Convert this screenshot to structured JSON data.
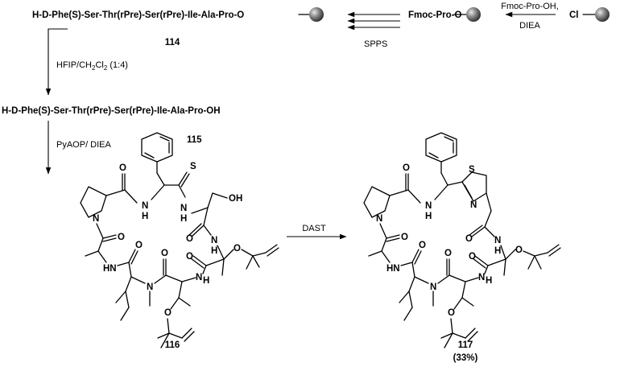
{
  "top_row": {
    "resin_peptide": "H-D-Phe(S)-Ser-Thr(rPre)-Ser(rPre)-Ile-Ala-Pro-O",
    "resin_peptide_id": "114",
    "fmoc_pro_resin": "Fmoc-Pro-O",
    "spps_label": "SPPS",
    "loading_reagents_line1": "Fmoc-Pro-OH,",
    "loading_reagents_line2": "DIEA",
    "chloro_resin": "Cl"
  },
  "cleavage": {
    "reagent": "HFIP/CH2Cl2 (1:4)"
  },
  "linear_peptide": {
    "sequence": "H-D-Phe(S)-Ser-Thr(rPre)-Ser(rPre)-Ile-Ala-Pro-OH",
    "id": "115"
  },
  "cyclization": {
    "reagent": "PyAOP/ DIEA"
  },
  "compound_116": {
    "id": "116"
  },
  "dast_step": {
    "reagent": "DAST"
  },
  "compound_117": {
    "id": "117",
    "yield": "(33%)"
  },
  "atoms": {
    "S": "S",
    "N": "N",
    "H": "H",
    "O": "O",
    "OH": "OH"
  },
  "colors": {
    "ink": "#000000",
    "resin_bead": "#555555"
  }
}
